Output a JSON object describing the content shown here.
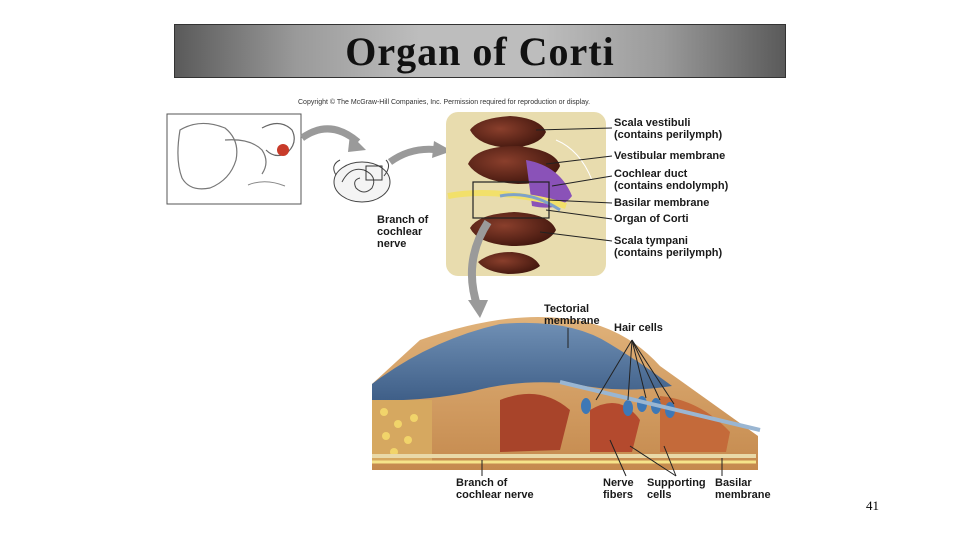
{
  "slide": {
    "title": "Organ of Corti",
    "copyright": "Copyright © The McGraw-Hill Companies, Inc. Permission required for reproduction or display.",
    "page_number": "41"
  },
  "labels": {
    "scala_vestibuli": "Scala vestibuli\n(contains perilymph)",
    "vestibular_membrane": "Vestibular membrane",
    "cochlear_duct": "Cochlear duct\n(contains endolymph)",
    "basilar_membrane_top": "Basilar membrane",
    "organ_of_corti": "Organ of Corti",
    "scala_tympani": "Scala tympani\n(contains perilymph)",
    "branch_top": "Branch of\ncochlear\nnerve",
    "tectorial_membrane": "Tectorial\nmembrane",
    "hair_cells": "Hair cells",
    "branch_bottom": "Branch of\ncochlear nerve",
    "nerve_fibers": "Nerve\nfibers",
    "supporting_cells": "Supporting\ncells",
    "basilar_membrane_bottom": "Basilar\nmembrane"
  }
}
